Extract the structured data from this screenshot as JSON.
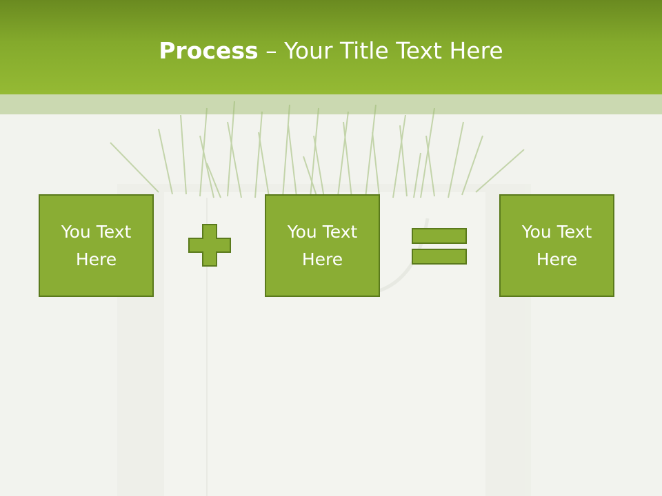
{
  "title": {
    "bold": "Process",
    "rest": " – Your Title Text Here"
  },
  "boxes": [
    {
      "label": "You Text Here"
    },
    {
      "label": "You Text Here"
    },
    {
      "label": "You Text Here"
    }
  ],
  "operators": {
    "first": "plus-icon",
    "second": "equals-icon"
  },
  "colors": {
    "header": "#84aa2c",
    "box_fill": "#8aad34",
    "box_border": "#5a7a1c",
    "band": "#cbd9b1",
    "background": "#f2f3ee"
  }
}
